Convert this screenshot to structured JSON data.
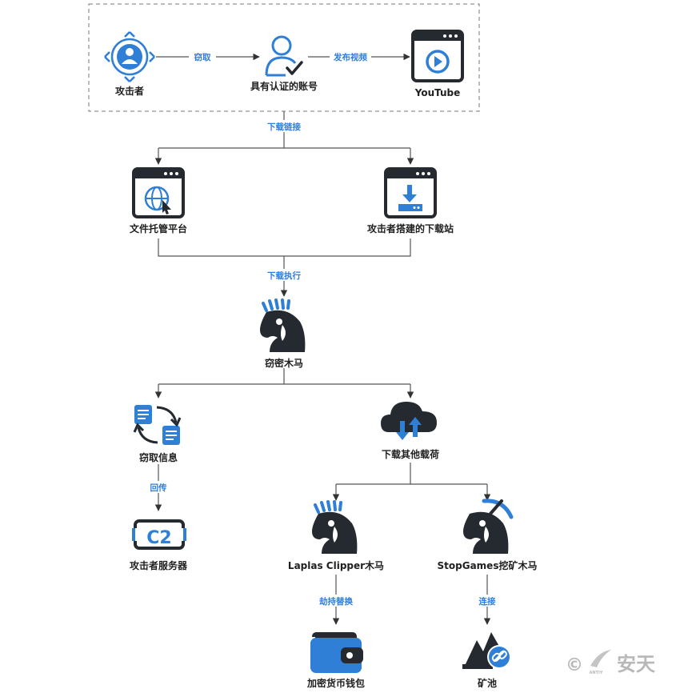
{
  "nodes": {
    "attacker": "攻击者",
    "verified_account": "具有认证的账号",
    "youtube": "YouTube",
    "file_hosting": "文件托管平台",
    "attacker_site": "攻击者搭建的下载站",
    "stealer": "窃密木马",
    "steal_info": "窃取信息",
    "download_payload": "下载其他载荷",
    "c2_server": "攻击者服务器",
    "laplas": "Laplas Clipper木马",
    "stopgames": "StopGames挖矿木马",
    "crypto_wallet": "加密货币钱包",
    "mining_pool": "矿池"
  },
  "edges": {
    "steal": "窃取",
    "post_video": "发布视频",
    "download_link": "下载链接",
    "download_exec": "下载执行",
    "send_back": "回传",
    "hijack_replace": "劫持替换",
    "connect": "连接"
  },
  "icons": {
    "attacker": "attacker-target-icon",
    "verified_account": "verified-user-icon",
    "youtube": "youtube-window-icon",
    "file_hosting": "web-globe-window-icon",
    "attacker_site": "download-window-icon",
    "stealer": "trojan-horse-icon",
    "steal_info": "document-exchange-icon",
    "download_payload": "cloud-transfer-icon",
    "c2_server": "c2-server-icon",
    "laplas": "trojan-horse-icon",
    "stopgames": "mining-trojan-icon",
    "crypto_wallet": "wallet-icon",
    "mining_pool": "mining-pool-icon"
  },
  "c2_text": "C2",
  "watermark": {
    "symbol": "©",
    "text": "安天",
    "sub": "ANTIY"
  },
  "colors": {
    "accent": "#2f7fd6",
    "dark": "#252a30",
    "edge_label": "#2e7ee0",
    "line": "#555555"
  }
}
